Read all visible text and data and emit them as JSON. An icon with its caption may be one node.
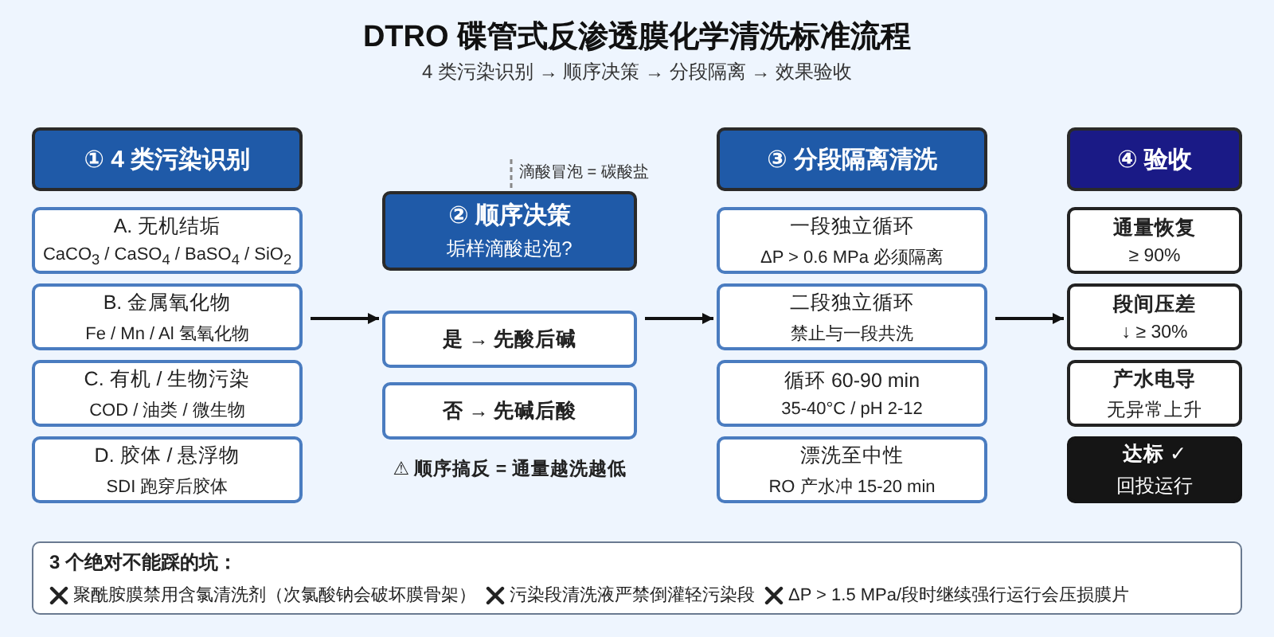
{
  "diagram": {
    "title": "DTRO 碟管式反渗透膜化学清洗标准流程",
    "caption": "4 类污染识别 → 顺序决策 → 分段隔离 → 效果验收",
    "nodes": [
      {
        "text": [
          "① 4 类污染识别"
        ]
      },
      {
        "text": [
          "A. 无机结垢",
          "CaCO$_{3}$ / CaSO$_{4}$ / BaSO$_{4}$ / SiO$_{2}$"
        ]
      },
      {
        "text": [
          "B. 金属氧化物",
          "Fe / Mn / Al 氢氧化物"
        ]
      },
      {
        "text": [
          "C. 有机 / 生物污染",
          "COD / 油类 / 微生物"
        ]
      },
      {
        "text": [
          "D. 胶体 / 悬浮物",
          "SDI 跑穿后胶体"
        ]
      },
      {
        "text": [
          "滴酸冒泡 = 碳酸盐"
        ]
      },
      {
        "text": [
          "② 顺序决策",
          "垢样滴酸起泡?"
        ]
      },
      {
        "text": [
          "是 → 先酸后碱"
        ]
      },
      {
        "text": [
          "否 → 先碱后酸"
        ]
      },
      {
        "text": [
          "③ 分段隔离清洗"
        ]
      },
      {
        "text": [
          "一段独立循环",
          "ΔP > 0.6 MPa 必须隔离"
        ]
      },
      {
        "text": [
          "二段独立循环",
          "禁止与一段共洗"
        ]
      },
      {
        "text": [
          "循环 60-90 min",
          "35-40°C / pH 2-12"
        ]
      },
      {
        "text": [
          "漂洗至中性",
          "RO 产水冲 15-20 min"
        ]
      },
      {
        "text": [
          "④ 验收"
        ]
      },
      {
        "text": [
          "通量恢复",
          "≥ 90%"
        ]
      },
      {
        "text": [
          "段间压差",
          "↓ ≥ 30%"
        ]
      },
      {
        "text": [
          "产水电导",
          "无异常上升"
        ]
      },
      {
        "text": [
          "达标 ✓",
          "回投运行"
        ]
      },
      {
        "text": [
          "3 个绝对不能踩的坑：",
          "聚酰胺膜禁用含氯清洗剂（次氯酸钠会破坏膜骨架）",
          "污染段清洗液严禁倒灌轻污染段",
          "ΔP > 1.5 MPa/段时继续强行运行会压损膜片"
        ]
      }
    ],
    "edges": [
      {
        "from": 5,
        "to": 6,
        "arrow": "none",
        "style": "dashed",
        "color": "#888888"
      },
      {
        "from": 2,
        "to": 7,
        "arrow": "to"
      },
      {
        "from": 7,
        "to": 11,
        "arrow": "to"
      },
      {
        "from": 11,
        "to": 16,
        "arrow": "to"
      }
    ],
    "labels": [
      "⚠ 顺序搞反 = 通量越洗越低"
    ]
  }
}
